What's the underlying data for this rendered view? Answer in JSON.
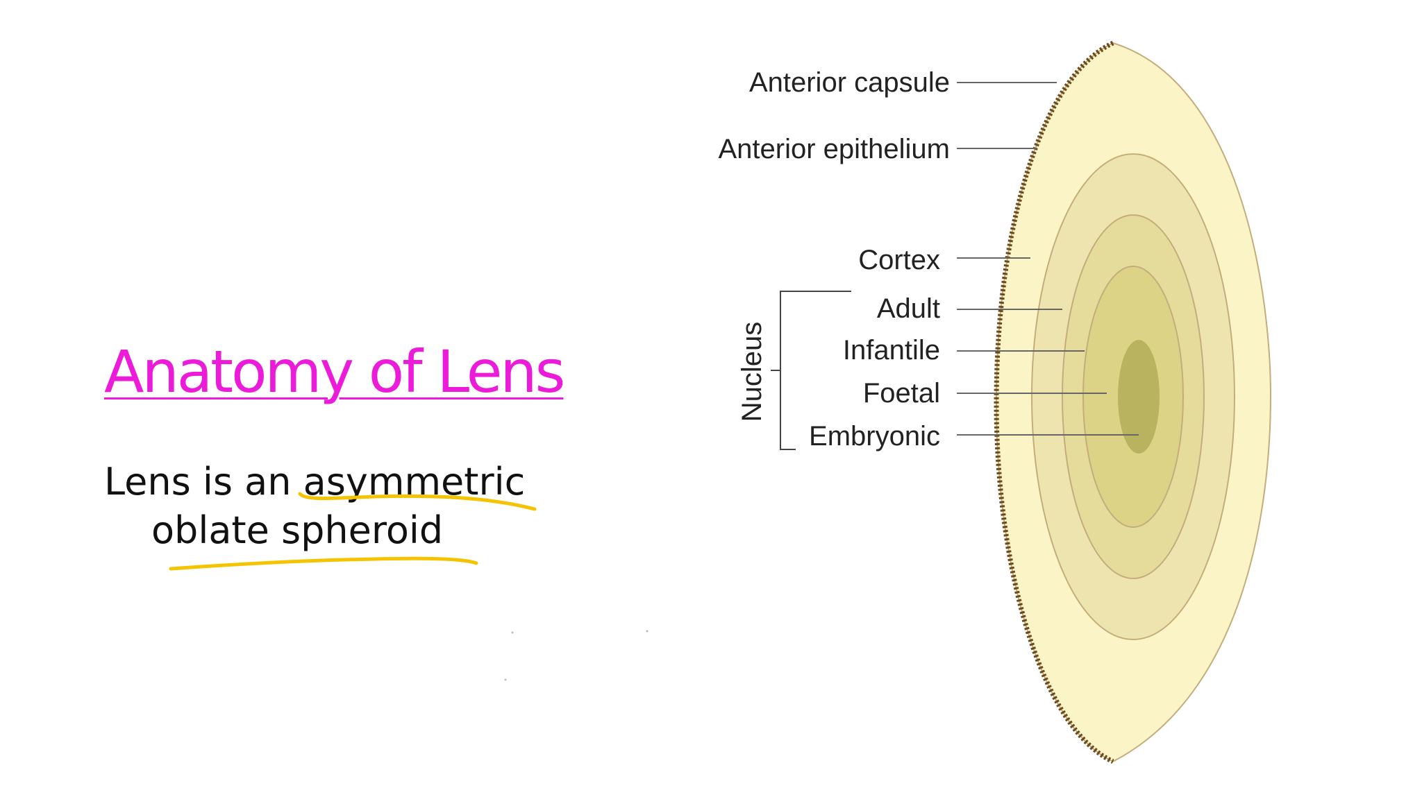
{
  "slide": {
    "title": "Anatomy of Lens",
    "text_line1": "Lens is an asymmetric",
    "text_line2": "oblate spheroid",
    "title_color": "#ec1bd9",
    "highlight_color": "#f4c400"
  },
  "diagram": {
    "labels": {
      "anterior_capsule": "Anterior capsule",
      "anterior_epithelium": "Anterior epithelium",
      "cortex": "Cortex",
      "adult": "Adult",
      "infantile": "Infantile",
      "foetal": "Foetal",
      "embryonic": "Embryonic",
      "nucleus": "Nucleus"
    },
    "colors": {
      "cortex": "#fbf4c7",
      "adult": "#eee4b0",
      "infantile": "#e5dc9b",
      "foetal": "#dcd387",
      "embryonic": "#b9b25f",
      "outline": "#c4ad7a",
      "capsule": "#7a5a2a"
    }
  }
}
